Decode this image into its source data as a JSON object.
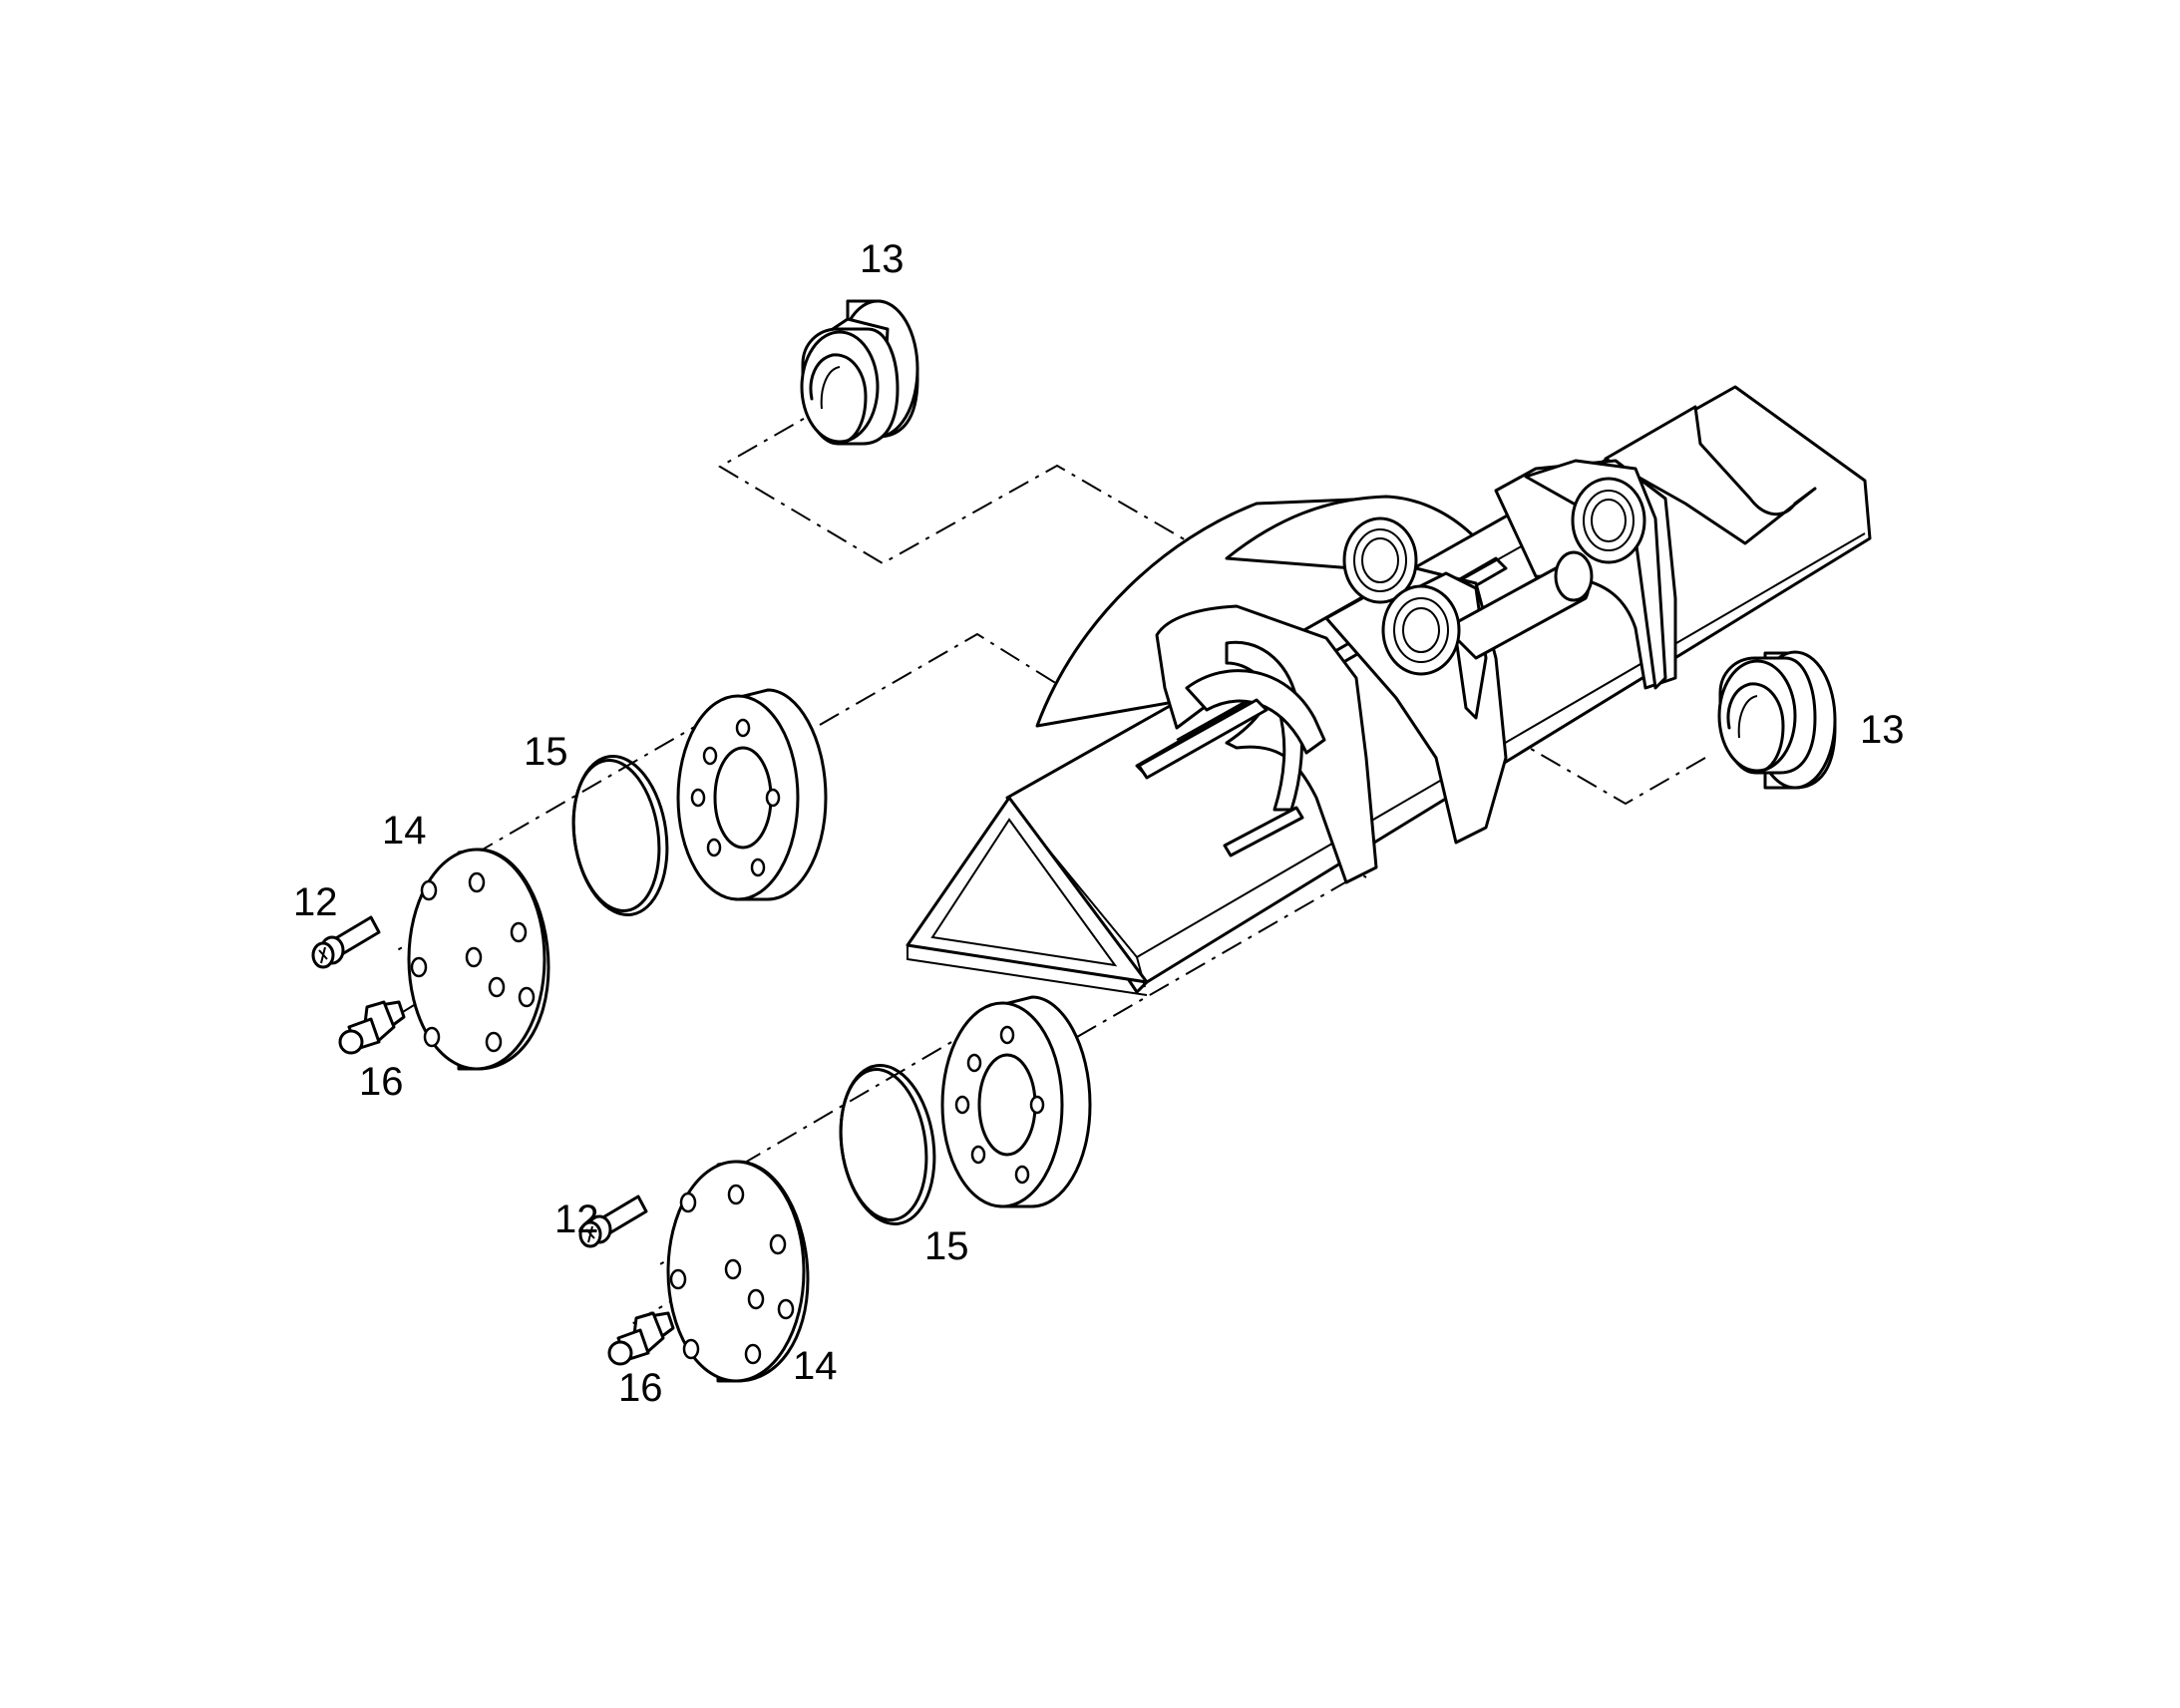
{
  "callouts": {
    "c13_top": "13",
    "c13_right": "13",
    "c15_upper": "15",
    "c14_upper": "14",
    "c12_upper": "12",
    "c16_upper": "16",
    "c12_lower": "12",
    "c15_lower": "15",
    "c14_lower": "14",
    "c16_lower": "16"
  },
  "colors": {
    "line": "#000000",
    "background": "#ffffff"
  }
}
